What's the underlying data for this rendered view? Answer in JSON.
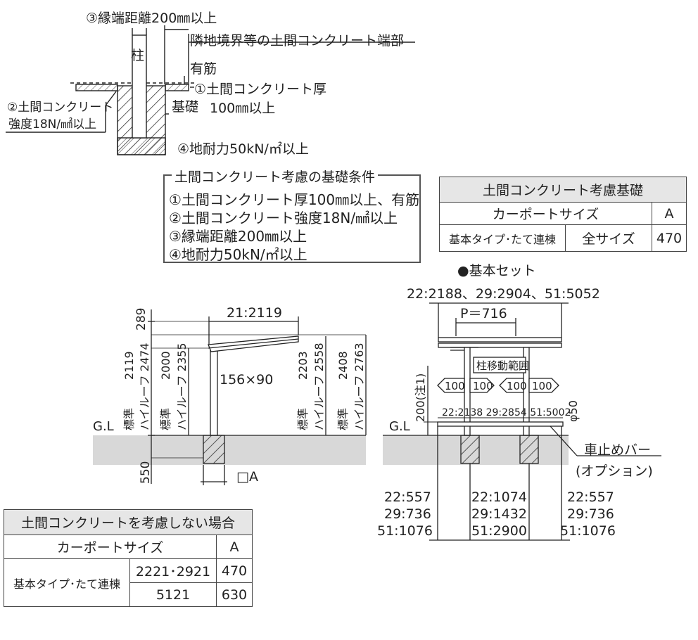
{
  "section_detail": {
    "edge_distance": "③縁端距離200㎜以上",
    "neighbor": "隣地境界等の土間コンクリート端部",
    "pillar": "柱",
    "rebar": "有筋",
    "slab_thickness_1": "①土間コンクリート厚",
    "slab_thickness_2": "100㎜以上",
    "strength_1": "②土間コンクリート",
    "strength_2": "強度18N/㎟以上",
    "foundation": "基礎",
    "bearing": "④地耐力50kN/㎡以上"
  },
  "conditions": {
    "title": "土間コンクリート考慮の基礎条件",
    "items": [
      "①土間コンクリート厚100㎜以上、有筋",
      "②土間コンクリート強度18N/㎟以上",
      "③縁端距離200㎜以上",
      "④地耐力50kN/㎡以上"
    ]
  },
  "table_considered": {
    "title": "土間コンクリート考慮基礎",
    "size_header": "カーポートサイズ",
    "a_header": "A",
    "type": "基本タイプ･たて連棟",
    "size": "全サイズ",
    "value": "470"
  },
  "table_not_considered": {
    "title": "土間コンクリートを考慮しない場合",
    "size_header": "カーポートサイズ",
    "a_header": "A",
    "type": "基本タイプ･たて連棟",
    "rows": [
      {
        "size": "2221･2921",
        "value": "470"
      },
      {
        "size": "5121",
        "value": "630"
      }
    ]
  },
  "side_view": {
    "top_289": "289",
    "width": "21:2119",
    "std_2119": "2119",
    "high_2474": "ハイルーフ 2474",
    "std_2000": "2000",
    "high_2355": "ハイルーフ 2355",
    "std_2203": "2203",
    "high_2558": "ハイルーフ 2558",
    "std_2408": "2408",
    "high_2763": "ハイルーフ 2763",
    "std": "標準",
    "column": "156×90",
    "gl": "G.L",
    "depth": "550",
    "a_label": "□A"
  },
  "front_view": {
    "title": "●基本セット",
    "widths": "22:2188、29:2904、51:5052",
    "pitch": "P＝716",
    "range": "柱移動範囲",
    "offsets": [
      "100",
      "100",
      "100",
      "100"
    ],
    "bar_widths": "22:2138  29:2854  51:5002",
    "height_note": "200(注1)",
    "diameter": "φ50",
    "gl": "G.L",
    "bar_label_1": "車止めバー",
    "bar_label_2": "(オプション)",
    "dims_left": [
      "22:557",
      "29:736",
      "51:1076"
    ],
    "dims_mid": [
      "22:1074",
      "29:1432",
      "51:2900"
    ],
    "dims_right": [
      "22:557",
      "29:736",
      "51:1076"
    ]
  }
}
